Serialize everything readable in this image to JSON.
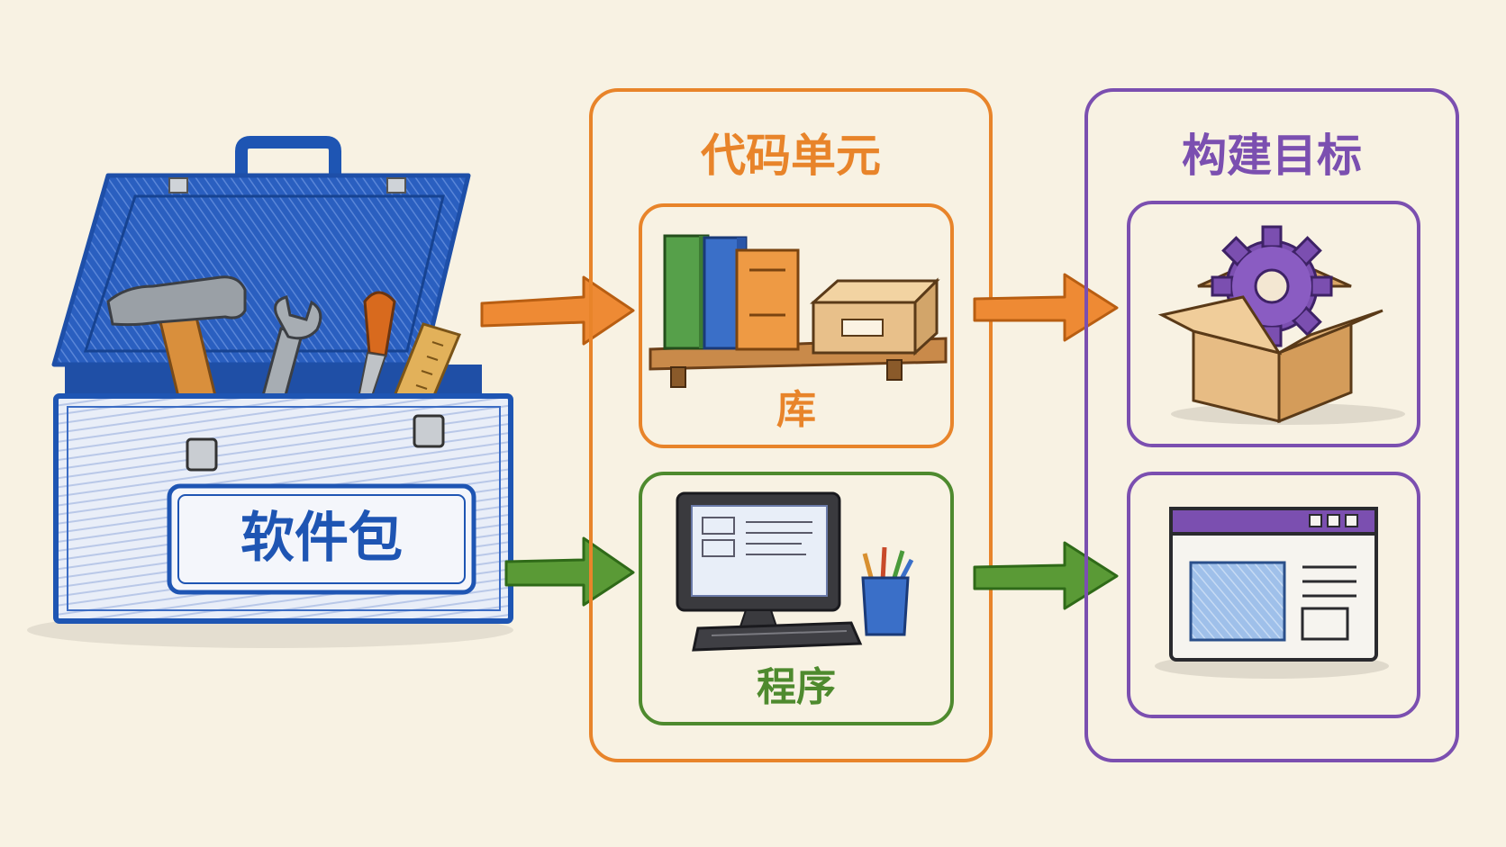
{
  "package": {
    "label": "软件包"
  },
  "code_units": {
    "title": "代码单元",
    "library": {
      "label": "库"
    },
    "program": {
      "label": "程序"
    }
  },
  "build_targets": {
    "title": "构建目标"
  },
  "colors": {
    "background": "#f8f2e3",
    "package_blue": "#1e55b3",
    "code_units_orange": "#e8842a",
    "program_green": "#4e8a2e",
    "build_targets_purple": "#7b4fb0"
  },
  "icons": {
    "toolbox": "toolbox-icon",
    "hammer": "hammer-icon",
    "wrench": "wrench-icon",
    "screwdriver": "screwdriver-icon",
    "ruler": "ruler-icon",
    "books": "books-on-shelf-icon",
    "storage_box": "storage-box-icon",
    "computer": "desktop-computer-icon",
    "pencil_cup": "pencil-cup-icon",
    "gear_box": "gear-in-box-icon",
    "app_window": "application-window-icon"
  }
}
